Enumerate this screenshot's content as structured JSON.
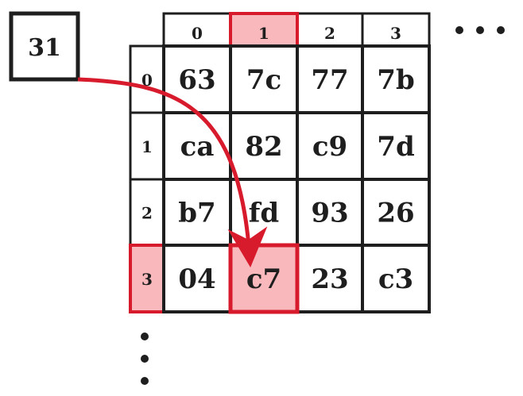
{
  "input_byte": "31",
  "col_headers": [
    "0",
    "1",
    "2",
    "3"
  ],
  "row_headers": [
    "0",
    "1",
    "2",
    "3"
  ],
  "cells": [
    [
      "63",
      "7c",
      "77",
      "7b"
    ],
    [
      "ca",
      "82",
      "c9",
      "7d"
    ],
    [
      "b7",
      "fd",
      "93",
      "26"
    ],
    [
      "04",
      "c7",
      "23",
      "c3"
    ]
  ],
  "highlight": {
    "row": 3,
    "col": 1
  },
  "colors": {
    "line": "#1e1e1e",
    "highlight_stroke": "#d81b2c",
    "highlight_fill": "#f9b8bc",
    "arrow": "#d81b2c"
  },
  "icons": {
    "more_columns": "horizontal-ellipsis-icon",
    "more_rows": "vertical-ellipsis-icon"
  }
}
